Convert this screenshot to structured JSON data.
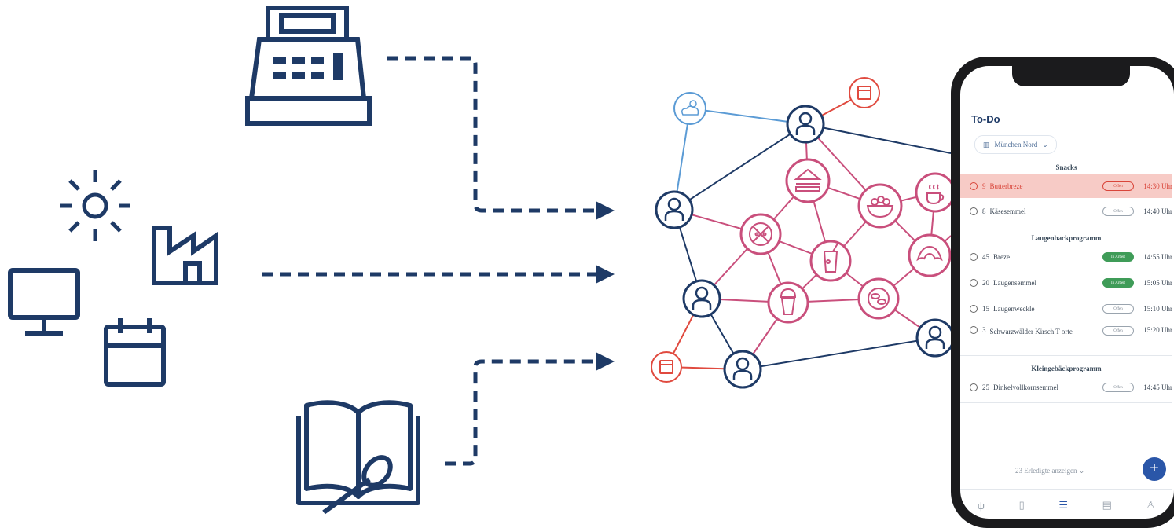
{
  "colors": {
    "navy": "#1e3a66",
    "pink": "#c94f7c",
    "red": "#e04a3f",
    "lightblue": "#5b9bd5",
    "green": "#3f9c58"
  },
  "phone": {
    "title": "To-Do",
    "branch": "München Nord",
    "sections": [
      {
        "title": "Snacks",
        "items": [
          {
            "qty": "9",
            "name": "Butterbreze",
            "status": "Offen",
            "time": "14:30 Uhr",
            "highlight": true
          },
          {
            "qty": "8",
            "name": "Käsesemmel",
            "status": "Offen",
            "time": "14:40 Uhr"
          }
        ]
      },
      {
        "title": "Laugenbackprogramm",
        "items": [
          {
            "qty": "45",
            "name": "Breze",
            "status": "In Arbeit",
            "time": "14:55 Uhr"
          },
          {
            "qty": "20",
            "name": "Laugensemmel",
            "status": "In Arbeit",
            "time": "15:05 Uhr"
          },
          {
            "qty": "15",
            "name": "Laugenweckle",
            "status": "Offen",
            "time": "15:10 Uhr"
          },
          {
            "qty": "3",
            "name": "Schwarzwälder Kirsch T orte",
            "status": "Offen",
            "time": "15:20 Uhr"
          }
        ]
      },
      {
        "title": "Kleingebäckprogramm",
        "items": [
          {
            "qty": "25",
            "name": "Dinkelvollkornsemmel",
            "status": "Offen",
            "time": "14:45 Uhr"
          }
        ]
      }
    ],
    "show_done": "23 Erledigte anzeigen",
    "nav_icons": [
      "cutlery-icon",
      "clipboard-icon",
      "list-icon",
      "checklist-icon",
      "user-icon"
    ]
  }
}
